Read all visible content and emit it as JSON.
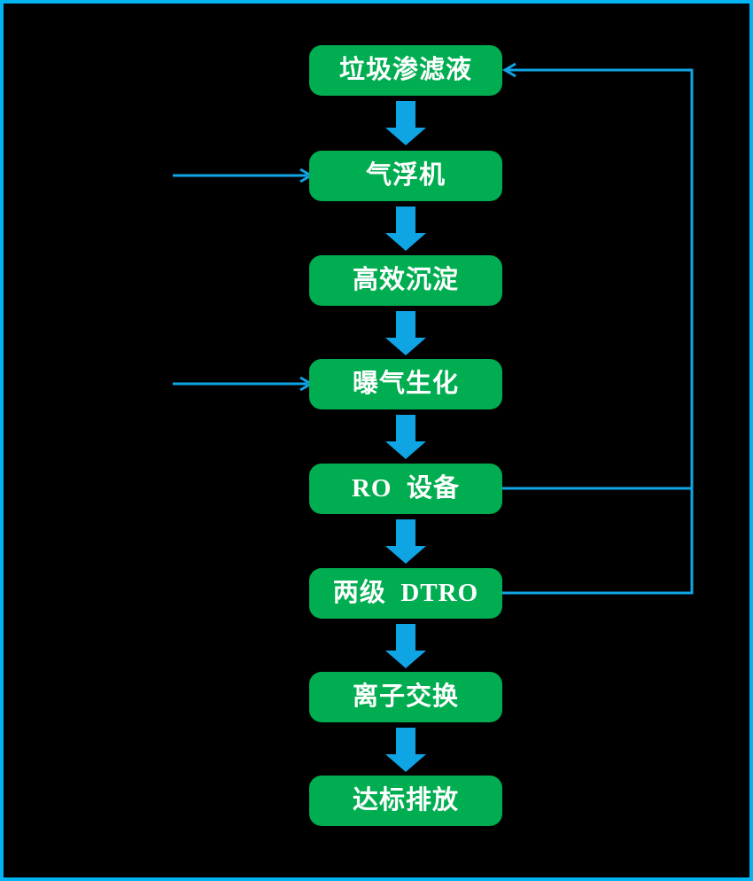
{
  "palette": {
    "canvas_bg": "#000000",
    "border_blue": "#00B4F2",
    "line_blue": "#0FA5E4",
    "box_green": "#00AD50",
    "text_white": "#FFFFFF"
  },
  "flowchart": {
    "boxes": [
      {
        "id": "leachate",
        "label": "垃圾渗滤液"
      },
      {
        "id": "air-flotation",
        "label": "气浮机"
      },
      {
        "id": "high-efficiency-sedimentation",
        "label": "高效沉淀"
      },
      {
        "id": "aeration-biochemical",
        "label": "曝气生化"
      },
      {
        "id": "ro-equipment",
        "label": "RO  设备"
      },
      {
        "id": "two-stage-dtro",
        "label": "两级  DTRO"
      },
      {
        "id": "ion-exchange",
        "label": "离子交换"
      },
      {
        "id": "standard-discharge",
        "label": "达标排放"
      }
    ],
    "connections": [
      {
        "from": "垃圾渗滤液",
        "to": "气浮机",
        "type": "thick-down-arrow"
      },
      {
        "from": "气浮机",
        "to": "高效沉淀",
        "type": "thick-down-arrow"
      },
      {
        "from": "高效沉淀",
        "to": "曝气生化",
        "type": "thick-down-arrow"
      },
      {
        "from": "曝气生化",
        "to": "RO 设备",
        "type": "thick-down-arrow"
      },
      {
        "from": "RO 设备",
        "to": "两级 DTRO",
        "type": "thick-down-arrow"
      },
      {
        "from": "两级 DTRO",
        "to": "离子交换",
        "type": "thick-down-arrow"
      },
      {
        "from": "离子交换",
        "to": "达标排放",
        "type": "thick-down-arrow"
      },
      {
        "from": "external-left",
        "to": "气浮机",
        "type": "thin-inlet-arrow"
      },
      {
        "from": "external-left",
        "to": "曝气生化",
        "type": "thin-inlet-arrow"
      },
      {
        "from": "RO 设备",
        "to": "垃圾渗滤液",
        "type": "thin-return-line-right-side"
      },
      {
        "from": "两级 DTRO",
        "to": "垃圾渗滤液",
        "type": "thin-return-line-right-side"
      }
    ]
  }
}
